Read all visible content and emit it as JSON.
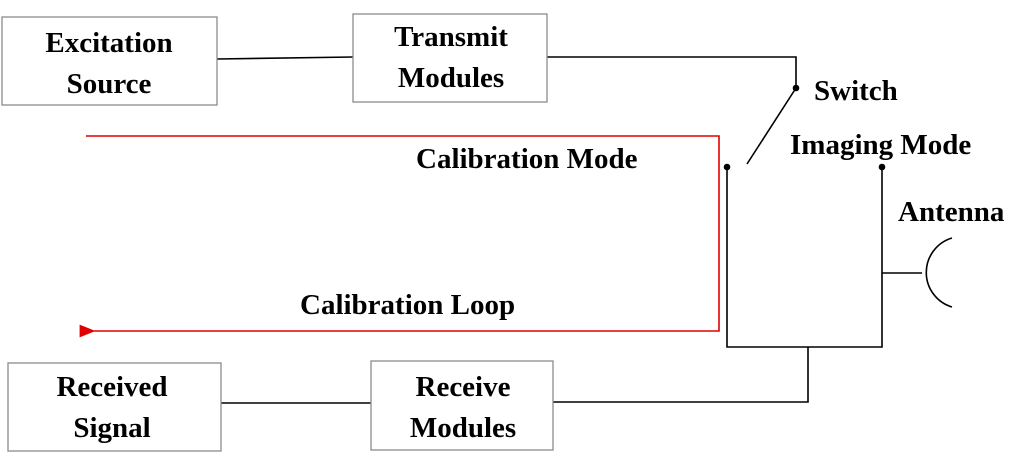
{
  "blocks": {
    "excitation_source": [
      "Excitation",
      "Source"
    ],
    "transmit_modules": [
      "Transmit",
      "Modules"
    ],
    "received_signal": [
      "Received",
      "Signal"
    ],
    "receive_modules": [
      "Receive",
      "Modules"
    ]
  },
  "labels": {
    "switch": "Switch",
    "imaging_mode": "Imaging Mode",
    "calibration_mode": "Calibration Mode",
    "antenna": "Antenna",
    "calibration_loop": "Calibration Loop"
  },
  "colors": {
    "calibration_loop": "#e00000",
    "wires": "#000000",
    "block_border": "#8c8c8c"
  }
}
